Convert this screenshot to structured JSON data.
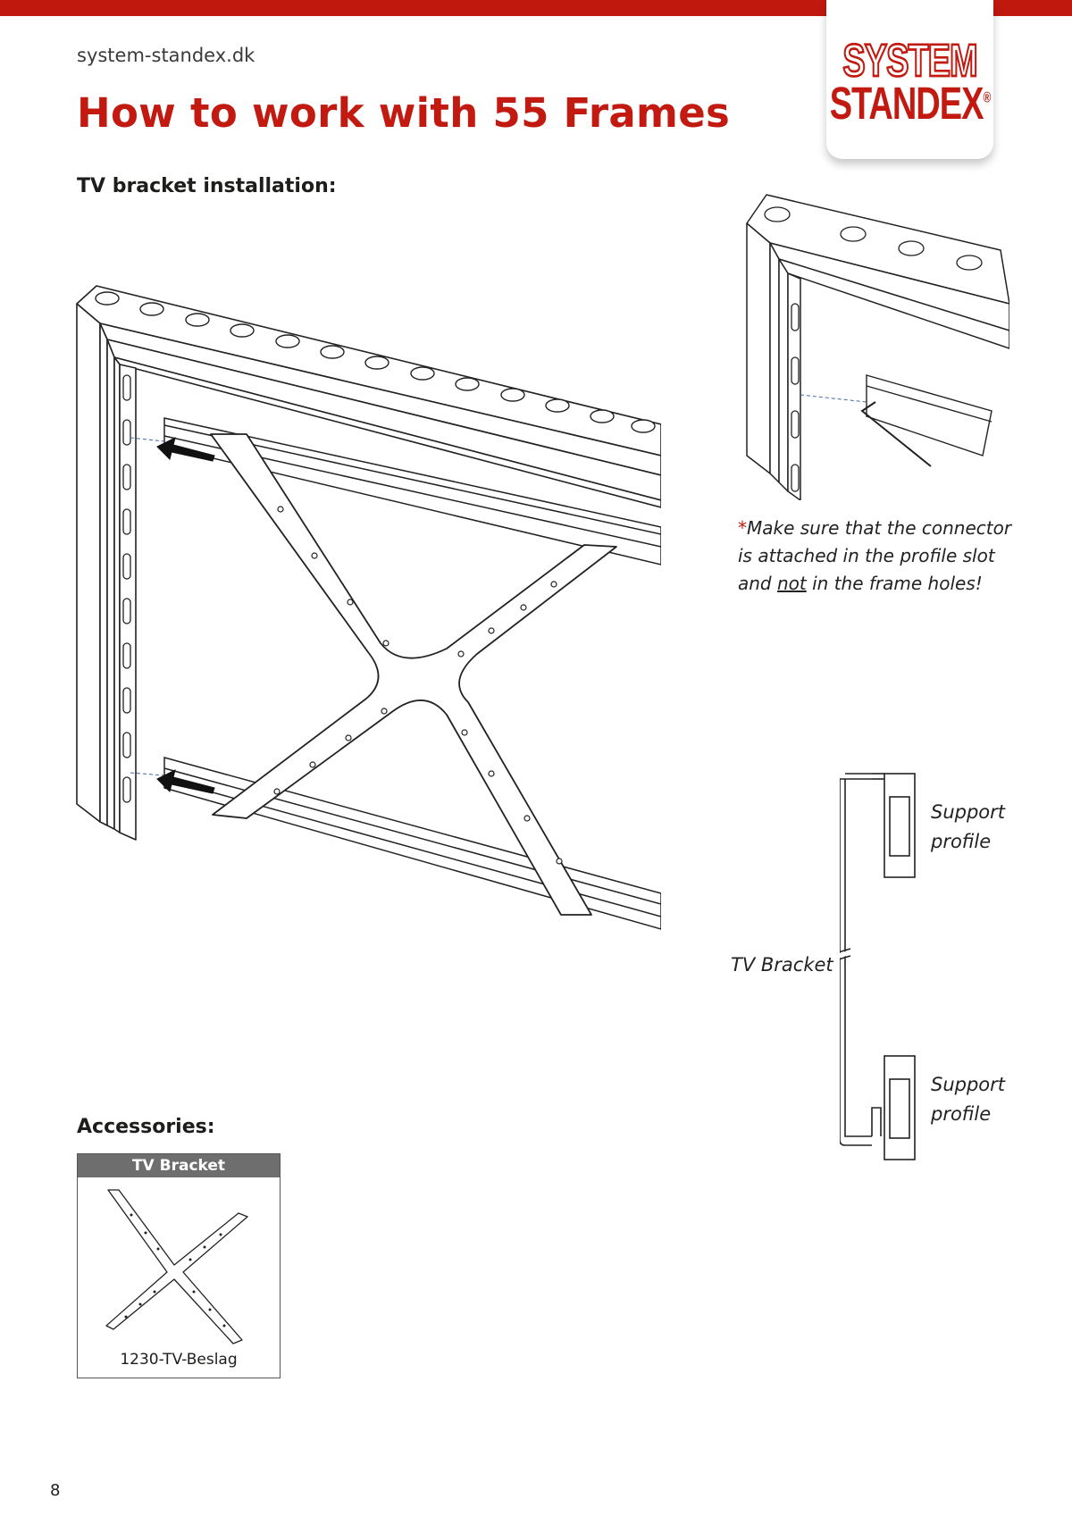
{
  "header": {
    "site_url": "system-standex.dk",
    "title": "How to work with 55 Frames",
    "accent_color": "#c21a10"
  },
  "logo": {
    "line1": "SYSTEM",
    "line2": "STANDEX",
    "registered": "®"
  },
  "installation": {
    "heading": "TV bracket installation:"
  },
  "note": {
    "asterisk": "*",
    "line1": "Make sure that the connector",
    "line2": "is attached in the profile slot",
    "line3_prefix": "and ",
    "line3_emphasis": "not",
    "line3_suffix": " in the frame holes!"
  },
  "section_labels": {
    "support_top": "Support profile",
    "tv_bracket": "TV Bracket",
    "support_bottom": "Support profile"
  },
  "accessories": {
    "heading": "Accessories:",
    "item_title": "TV Bracket",
    "item_code": "1230-TV-Beslag"
  },
  "footer": {
    "page_number": "8"
  }
}
